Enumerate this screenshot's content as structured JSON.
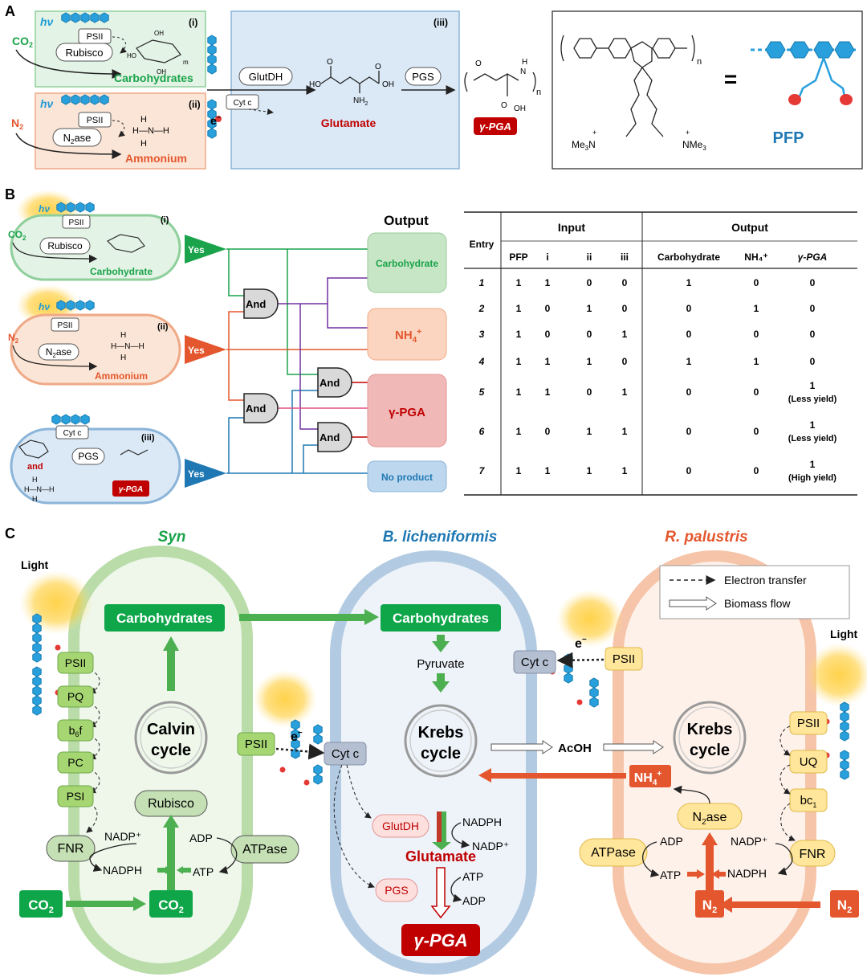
{
  "panel_labels": {
    "a": "A",
    "b": "B",
    "c": "C"
  },
  "colors": {
    "green": "#1aa34a",
    "green_dark": "#0f8a3a",
    "green_fill": "#e3f3e5",
    "orange": "#e4572e",
    "orange_fill": "#fbe5d6",
    "blue": "#1f78b4",
    "blue_fill": "#dbe9f6",
    "red": "#c00000",
    "polymer_blue": "#29a0dc",
    "purple": "#7030a0",
    "pink": "#e05080"
  },
  "icons": {
    "electron": "dashed-arrow",
    "biomass": "hollow-arrow",
    "light": "sunburst"
  },
  "panel_a": {
    "hv": "hν",
    "psii": "PSII",
    "rubisco": "Rubisco",
    "co2": "CO",
    "co2_sub": "2",
    "box_i_num": "(i)",
    "box_i_label": "Carbohydrates",
    "n2": "N",
    "n2_sub": "2",
    "n2ase_a": "N",
    "n2ase_sub": "2",
    "n2ase_b": "ase",
    "box_ii_num": "(ii)",
    "box_ii_label": "Ammonium",
    "cytc": "Cyt c",
    "electron": "e",
    "electron_sup": "−",
    "box_iii_num": "(iii)",
    "glutdh": "GlutDH",
    "glutamate": "Glutamate",
    "pgs": "PGS",
    "nh2": "NH",
    "nh2_sub": "2",
    "ho": "HO",
    "oh": "OH",
    "gpga": "γ-PGA",
    "n_sub": "n",
    "m_sub": "m",
    "pfp": "PFP",
    "pfp_equals": "=",
    "me3n_left": "Me",
    "me3n_left_sub": "3",
    "me3n_left_n": "N",
    "me3n_right": "NMe",
    "me3n_right_sub": "3",
    "plus": "+"
  },
  "panel_b": {
    "output_title": "Output",
    "yes": "Yes",
    "and": "And",
    "out_carb": "Carbohydrate",
    "out_nh4": "NH",
    "out_nh4_sub": "4",
    "out_nh4_sup": "+",
    "out_gpga": "γ-PGA",
    "out_none": "No product",
    "cell_i_num": "(i)",
    "cell_i_label": "Carbohydrate",
    "cell_ii_num": "(ii)",
    "cell_ii_label": "Ammonium",
    "cell_iii_num": "(iii)",
    "cell_iii_gpga": "γ-PGA",
    "cell_iii_and": "and",
    "psii": "PSII",
    "rubisco": "Rubisco",
    "co2": "CO",
    "co2_sub": "2",
    "n2": "N",
    "n2_sub": "2",
    "n2ase_a": "N",
    "n2ase_sub": "2",
    "n2ase_b": "ase",
    "cytc": "Cyt c",
    "pgs": "PGS",
    "hv": "hν",
    "table": {
      "entry": "Entry",
      "input": "Input",
      "output": "Output",
      "sub_headers": [
        "PFP",
        "i",
        "ii",
        "iii",
        "Carbohydrate",
        "NH₄⁺",
        "γ-PGA"
      ],
      "rows": [
        {
          "entry": "1",
          "vals": [
            "1",
            "1",
            "0",
            "0",
            "1",
            "0"
          ],
          "gpga": "0",
          "note": ""
        },
        {
          "entry": "2",
          "vals": [
            "1",
            "0",
            "1",
            "0",
            "0",
            "1"
          ],
          "gpga": "0",
          "note": ""
        },
        {
          "entry": "3",
          "vals": [
            "1",
            "0",
            "0",
            "1",
            "0",
            "0"
          ],
          "gpga": "0",
          "note": ""
        },
        {
          "entry": "4",
          "vals": [
            "1",
            "1",
            "1",
            "0",
            "1",
            "1"
          ],
          "gpga": "0",
          "note": ""
        },
        {
          "entry": "5",
          "vals": [
            "1",
            "1",
            "0",
            "1",
            "0",
            "0"
          ],
          "gpga": "1",
          "note": "(Less yield)"
        },
        {
          "entry": "6",
          "vals": [
            "1",
            "0",
            "1",
            "1",
            "0",
            "0"
          ],
          "gpga": "1",
          "note": "(Less yield)"
        },
        {
          "entry": "7",
          "vals": [
            "1",
            "1",
            "1",
            "1",
            "0",
            "0"
          ],
          "gpga": "1",
          "note": "(High yield)"
        }
      ]
    }
  },
  "panel_c": {
    "syn": "Syn",
    "blich": "B. licheniformis",
    "rpal": "R. palustris",
    "light": "Light",
    "legend_electron": "Electron transfer",
    "legend_biomass": "Biomass flow",
    "carbohydrates": "Carbohydrates",
    "pyruvate": "Pyruvate",
    "psii": "PSII",
    "pq": "PQ",
    "b6f_b": "b",
    "b6f_sub": "6",
    "b6f_f": "f",
    "pc": "PC",
    "psi": "PSI",
    "fnr": "FNR",
    "nadp_plus": "NADP⁺",
    "nadph": "NADPH",
    "adp": "ADP",
    "atp": "ATP",
    "atpase": "ATPase",
    "rubisco": "Rubisco",
    "calvin1": "Calvin",
    "calvin2": "cycle",
    "krebs1": "Krebs",
    "krebs2": "cycle",
    "co2": "CO",
    "co2_sub": "2",
    "cytc": "Cyt c",
    "electron": "e",
    "electron_sup": "−",
    "glutdh": "GlutDH",
    "glutamate": "Glutamate",
    "pgs": "PGS",
    "gpga": "γ-PGA",
    "acoh": "AcOH",
    "nh4": "NH",
    "nh4_sub": "4",
    "nh4_sup": "+",
    "n2ase_a": "N",
    "n2ase_sub": "2",
    "n2ase_b": "ase",
    "uq": "UQ",
    "bc1_a": "bc",
    "bc1_sub": "1",
    "n2": "N",
    "n2_sub": "2"
  }
}
